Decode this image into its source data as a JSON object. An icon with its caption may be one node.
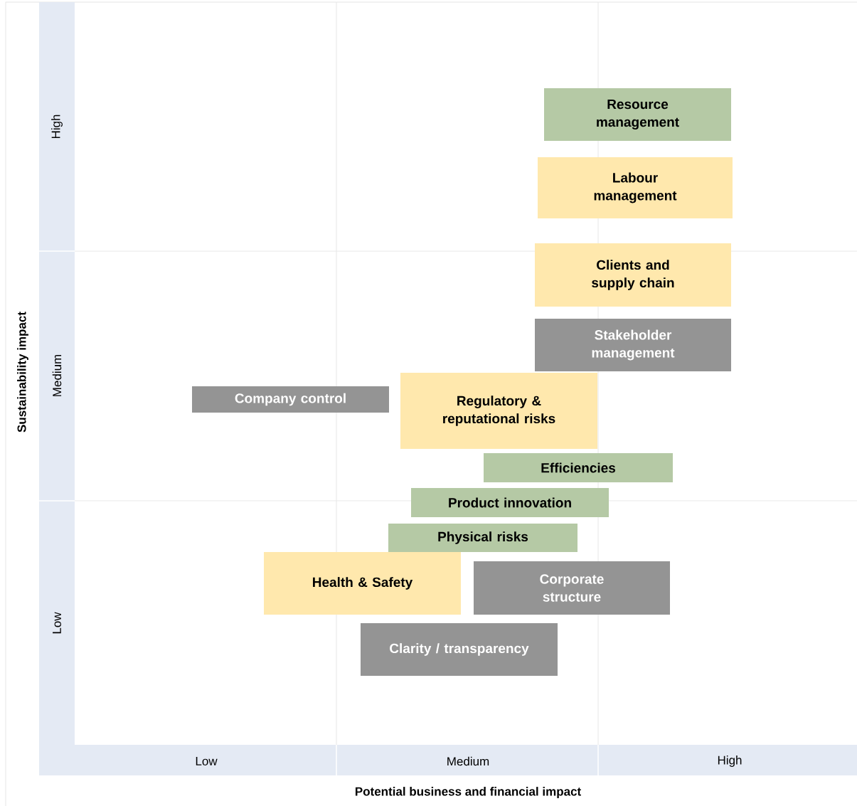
{
  "diagram": {
    "nodes": [
      {
        "text": [
          "Resource management"
        ]
      },
      {
        "text": [
          "Labour management"
        ]
      },
      {
        "text": [
          "Clients and supply chain"
        ]
      },
      {
        "text": [
          "Stakeholder management"
        ]
      },
      {
        "text": [
          "Company control"
        ]
      },
      {
        "text": [
          "Regulatory & reputational risks"
        ]
      },
      {
        "text": [
          "Efficiencies"
        ]
      },
      {
        "text": [
          "Product innovation"
        ]
      },
      {
        "text": [
          "Physical risks"
        ]
      },
      {
        "text": [
          "Health & Safety"
        ]
      },
      {
        "text": [
          "Corporate structure"
        ]
      },
      {
        "text": [
          "Clarity / transparency"
        ]
      }
    ],
    "labels": [
      "High",
      "Medium",
      "Low",
      "Low",
      "Medium",
      "High",
      "Sustainability impact",
      "Potential business and financial impact"
    ]
  }
}
